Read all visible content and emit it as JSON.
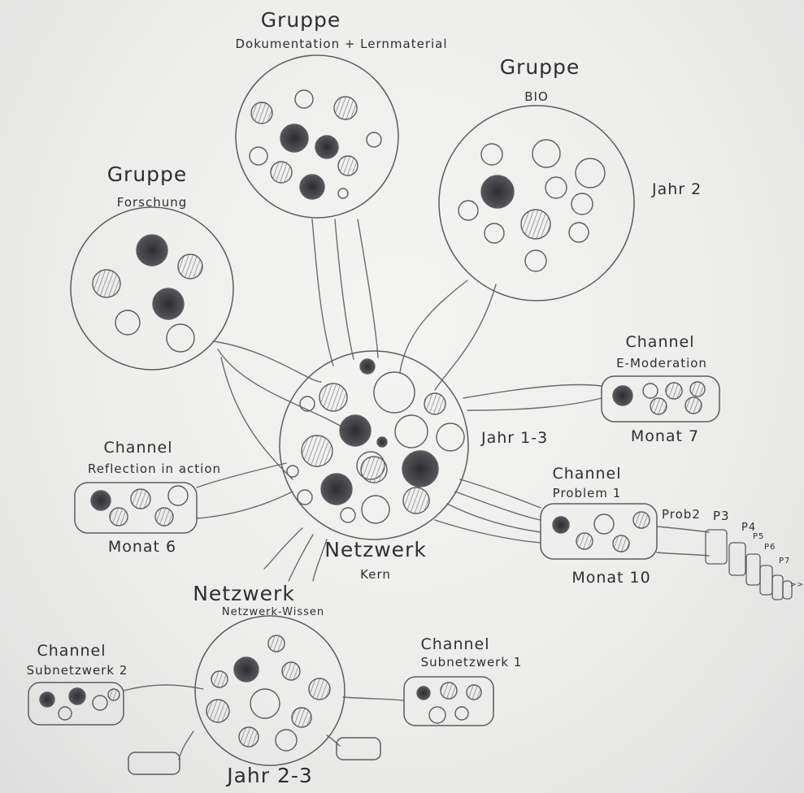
{
  "groups": {
    "doku": {
      "title": "Gruppe",
      "subtitle": "Dokumentation + Lernmaterial"
    },
    "bio": {
      "title": "Gruppe",
      "subtitle": "BIO",
      "note": "Jahr 2"
    },
    "forschung": {
      "title": "Gruppe",
      "subtitle": "Forschung"
    }
  },
  "core": {
    "title": "Netzwerk",
    "subtitle": "Kern",
    "note": "Jahr 1-3"
  },
  "channels": {
    "emoderation": {
      "title": "Channel",
      "subtitle": "E-Moderation",
      "note": "Monat 7"
    },
    "reflection": {
      "title": "Channel",
      "subtitle": "Reflection in action",
      "note": "Monat 6"
    },
    "problem": {
      "title": "Channel",
      "subtitle": "Problem 1",
      "note": "Monat 10",
      "chain": [
        "Prob2",
        "P3",
        "P4",
        "P5",
        "P6",
        "P7",
        ">>"
      ]
    },
    "sub1": {
      "title": "Channel",
      "subtitle": "Subnetzwerk 1"
    },
    "sub2": {
      "title": "Channel",
      "subtitle": "Subnetzwerk 2"
    }
  },
  "wissen": {
    "title": "Netzwerk",
    "subtitle": "Netzwerk-Wissen",
    "note": "Jahr 2-3"
  },
  "colors": {
    "ink": "#3a3a3f",
    "dark_fill": "#3b3b40",
    "hatch": "#8a8a8e"
  }
}
